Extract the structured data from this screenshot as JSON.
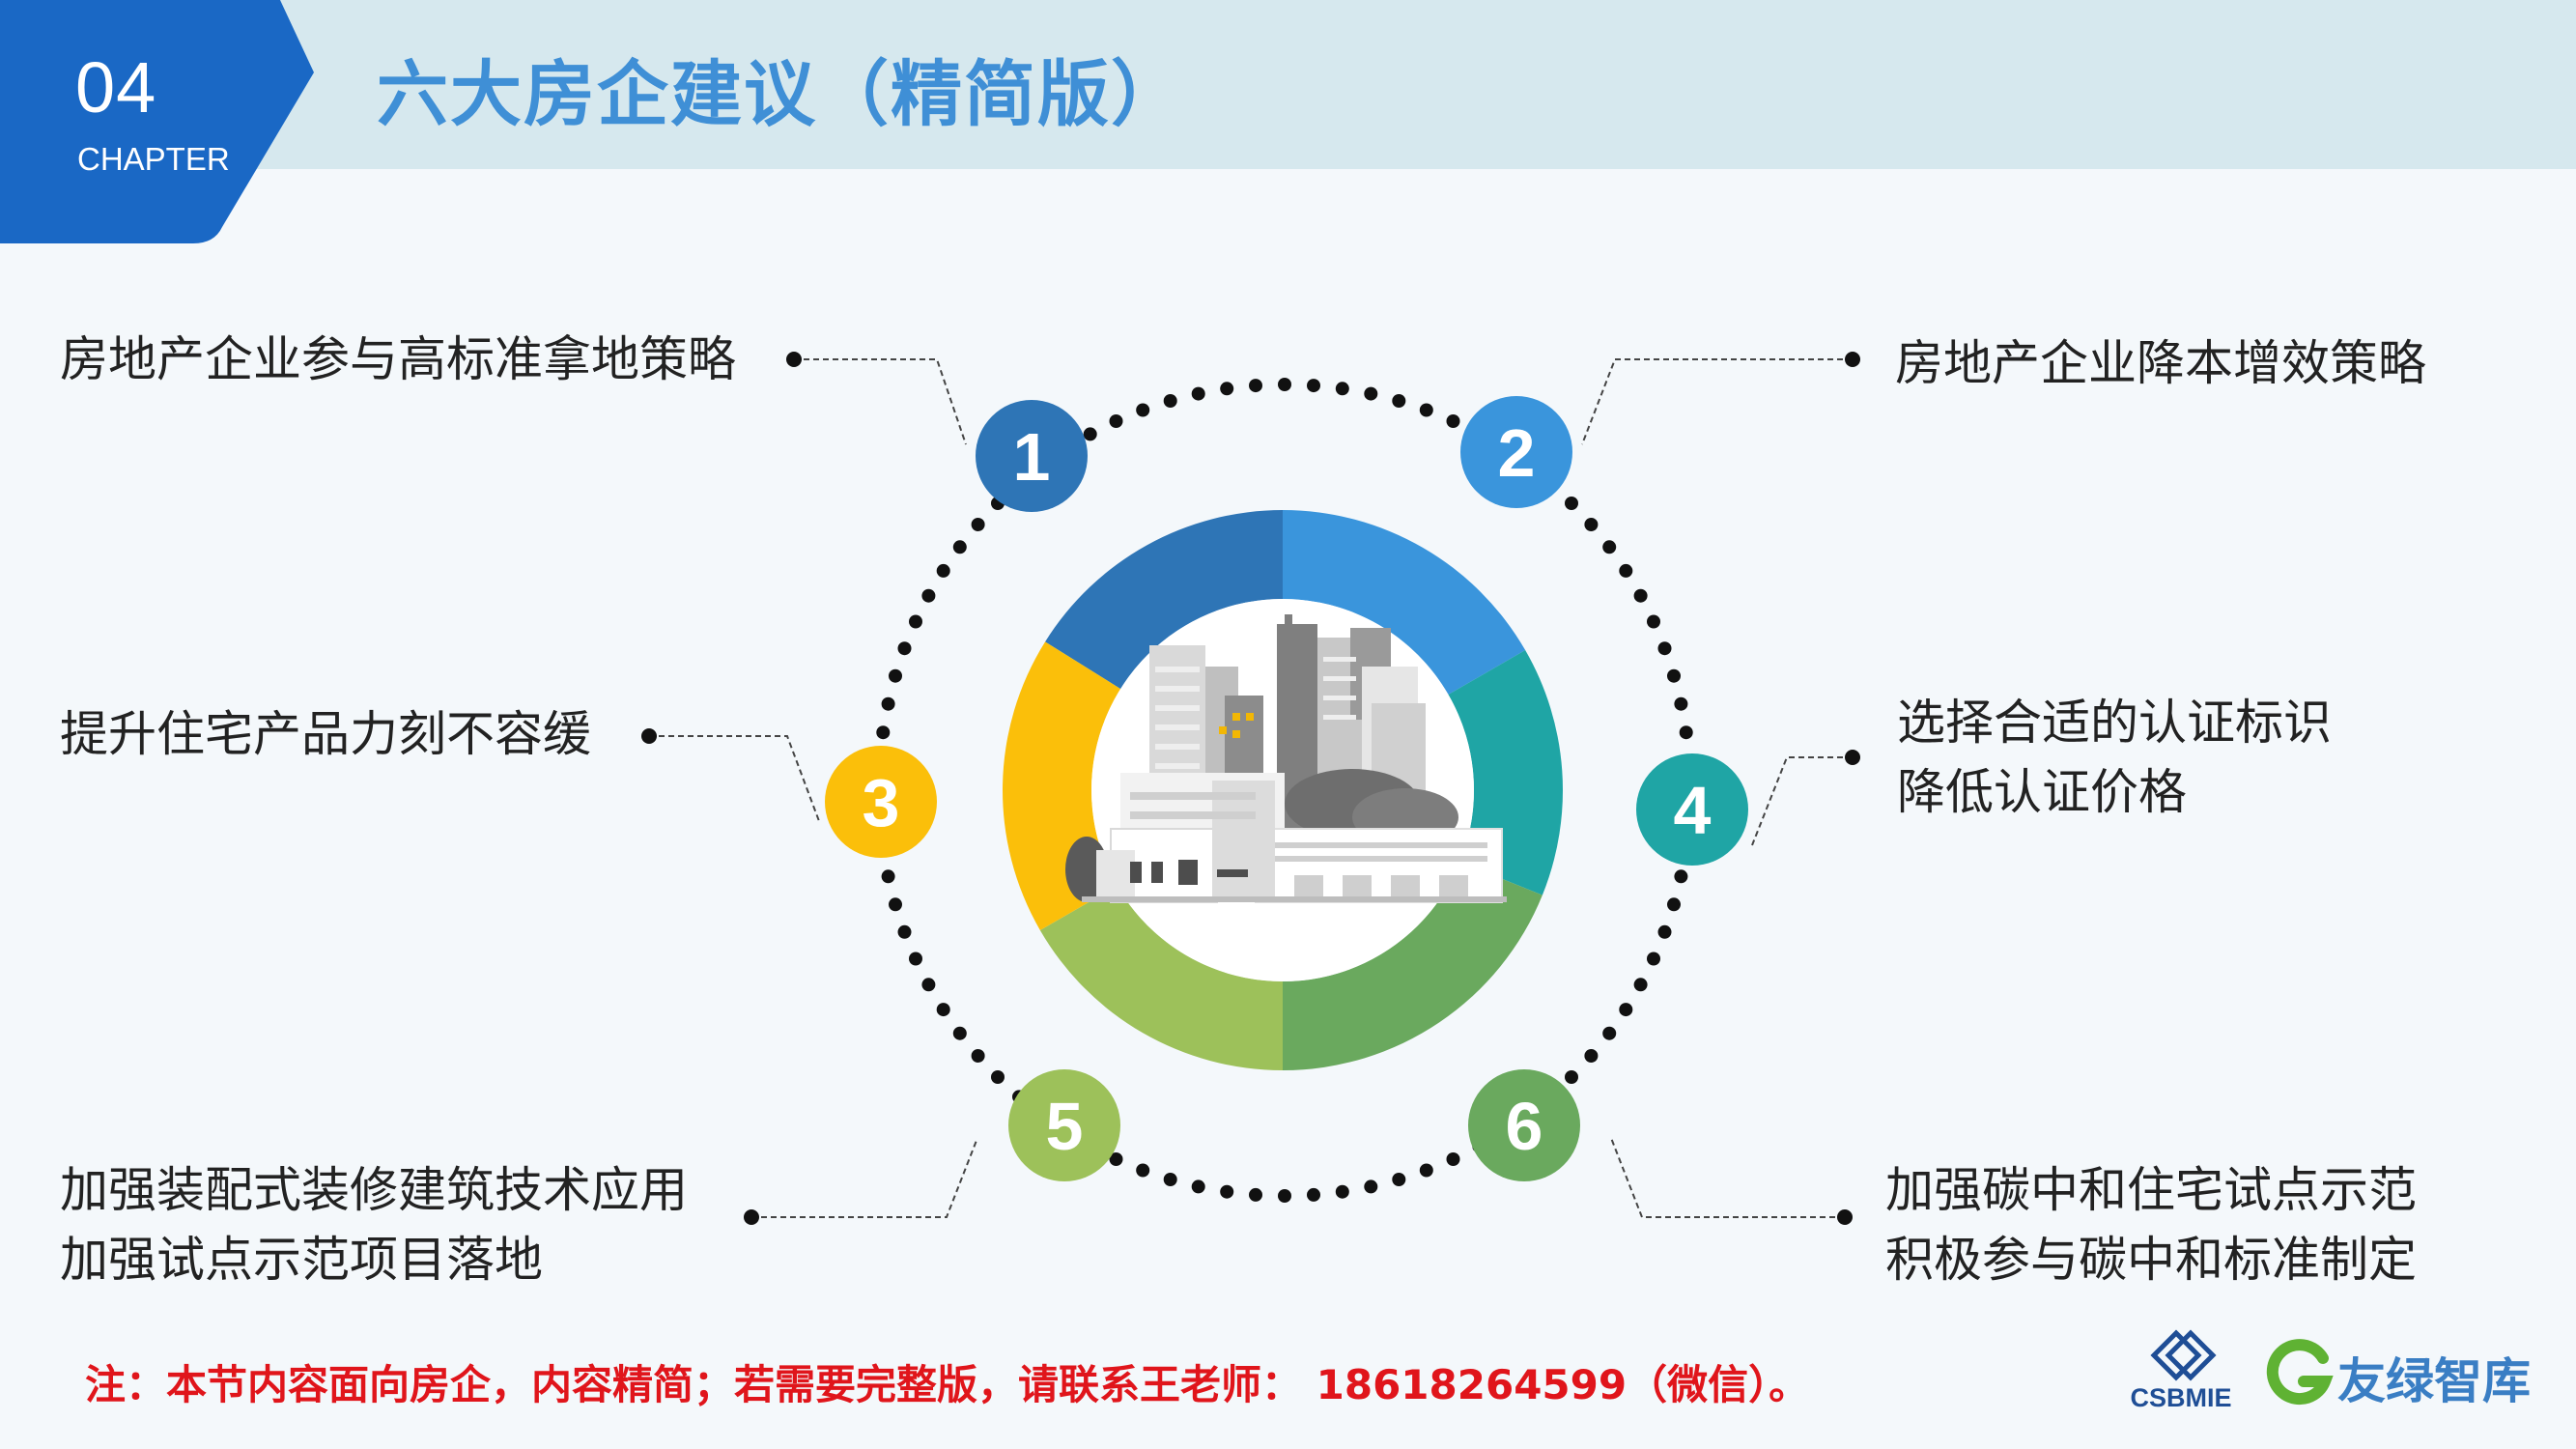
{
  "header": {
    "chapter_number": "04",
    "chapter_label": "CHAPTER",
    "title": "六大房企建议（精简版）"
  },
  "items": [
    {
      "number": "1",
      "lines": [
        "房地产企业参与高标准拿地策略"
      ],
      "color": "#2e75b6"
    },
    {
      "number": "2",
      "lines": [
        "房地产企业降本增效策略"
      ],
      "color": "#3a95dc"
    },
    {
      "number": "3",
      "lines": [
        "提升住宅产品力刻不容缓"
      ],
      "color": "#fbbf0a"
    },
    {
      "number": "4",
      "lines": [
        "选择合适的认证标识",
        "降低认证价格"
      ],
      "color": "#1fa5a5"
    },
    {
      "number": "5",
      "lines": [
        "加强装配式装修建筑技术应用",
        "加强试点示范项目落地"
      ],
      "color": "#9dc15a"
    },
    {
      "number": "6",
      "lines": [
        "加强碳中和住宅试点示范",
        "积极参与碳中和标准制定"
      ],
      "color": "#6aa95e"
    }
  ],
  "footer": {
    "note": "注：本节内容面向房企，内容精简；若需要完整版，请联系王老师： 18618264599（微信）。",
    "logo_csbmie": "CSBMIE",
    "logo_text": "友绿智库"
  },
  "colors": {
    "chapter_tab": "#1a68c5",
    "title": "#3f8fd6",
    "note": "#e0151b"
  }
}
